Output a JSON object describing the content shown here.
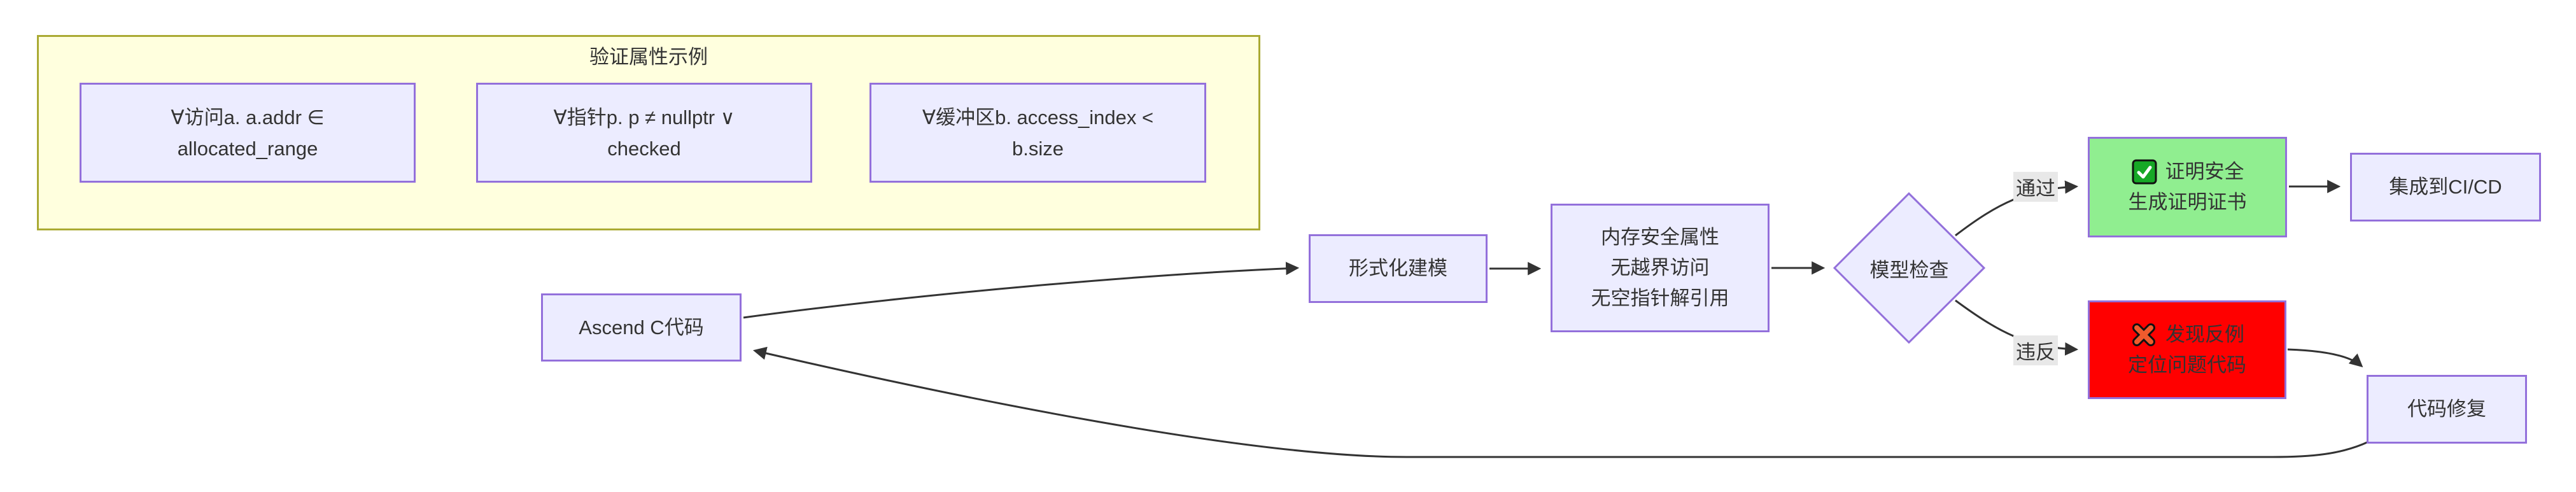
{
  "diagram": {
    "subgraph": {
      "title": "验证属性示例",
      "properties": [
        {
          "lines": [
            "∀访问a. a.addr ∈",
            "allocated_range"
          ]
        },
        {
          "lines": [
            "∀指针p. p ≠ nullptr ∨",
            "checked"
          ]
        },
        {
          "lines": [
            "∀缓冲区b. access_index <",
            "b.size"
          ]
        }
      ]
    },
    "nodes": {
      "ascend": {
        "label": "Ascend C代码"
      },
      "modeling": {
        "label": "形式化建模"
      },
      "mem_props": {
        "lines": [
          "内存安全属性",
          "无越界访问",
          "无空指针解引用"
        ]
      },
      "model_check": {
        "label": "模型检查"
      },
      "proved": {
        "icon": "white-check-mark",
        "lines": [
          "证明安全",
          "生成证明证书"
        ]
      },
      "cicd": {
        "label": "集成到CI/CD"
      },
      "counterexample": {
        "icon": "cross-mark",
        "lines": [
          "发现反例",
          "定位问题代码"
        ]
      },
      "code_fix": {
        "label": "代码修复"
      }
    },
    "edges": {
      "pass_label": "通过",
      "violate_label": "违反"
    },
    "colors": {
      "node_fill": "#ECECFF",
      "node_border": "#9370DB",
      "subgraph_fill": "#FFFFDE",
      "subgraph_border": "#AAAA33",
      "safe_fill": "#90EE90",
      "danger_fill": "#FF0000",
      "edge": "#333333",
      "edge_label_bg": "#E8E8E8",
      "text": "#333333"
    }
  }
}
